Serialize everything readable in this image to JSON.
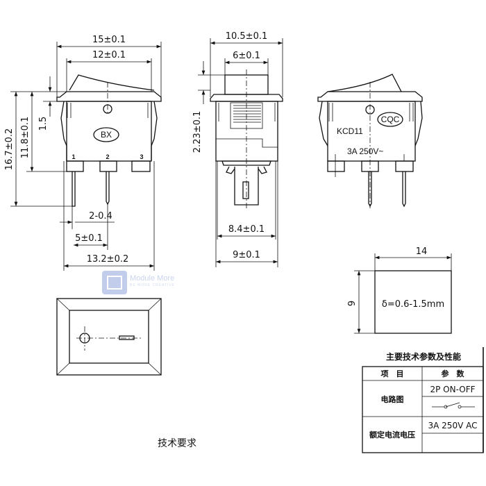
{
  "side_view": {
    "dim_width_outer": "15±0.1",
    "dim_width_inner": "12±0.1",
    "dim_height_total": "16.7±0.2",
    "dim_height_body": "11.8±0.1",
    "dim_flange": "1.5",
    "dim_pin_width": "2-0.4",
    "dim_pin_pitch": "5±0.1",
    "dim_body_width": "13.2±0.2",
    "pin_labels": [
      "1",
      "2",
      "3"
    ],
    "logo": "BX"
  },
  "end_view": {
    "dim_flange_width": "10.5±0.1",
    "dim_rocker_width": "6±0.1",
    "dim_rocker_height": "2.23±0.1",
    "dim_body_inner": "8.4±0.1",
    "dim_body_outer": "9±0.1"
  },
  "marked_view": {
    "cert_mark": "CQC",
    "model": "KCD11",
    "rating": "3A 250V~"
  },
  "panel_cutout": {
    "dim_width": "14",
    "dim_height": "9",
    "thickness": "δ=0.6-1.5mm"
  },
  "spec_table": {
    "title": "主要技术参数及性能",
    "headers": [
      "项　目",
      "参　数"
    ],
    "rows": [
      {
        "item": "电路图",
        "values": [
          "2P ON-OFF",
          "switch-symbol"
        ]
      },
      {
        "item": "额定电流电压",
        "values": [
          "3A 250V AC",
          ""
        ]
      }
    ]
  },
  "footer_label": "技术要求",
  "watermark": {
    "text": "Module More",
    "tagline": "BE MORE CREATIVE"
  }
}
